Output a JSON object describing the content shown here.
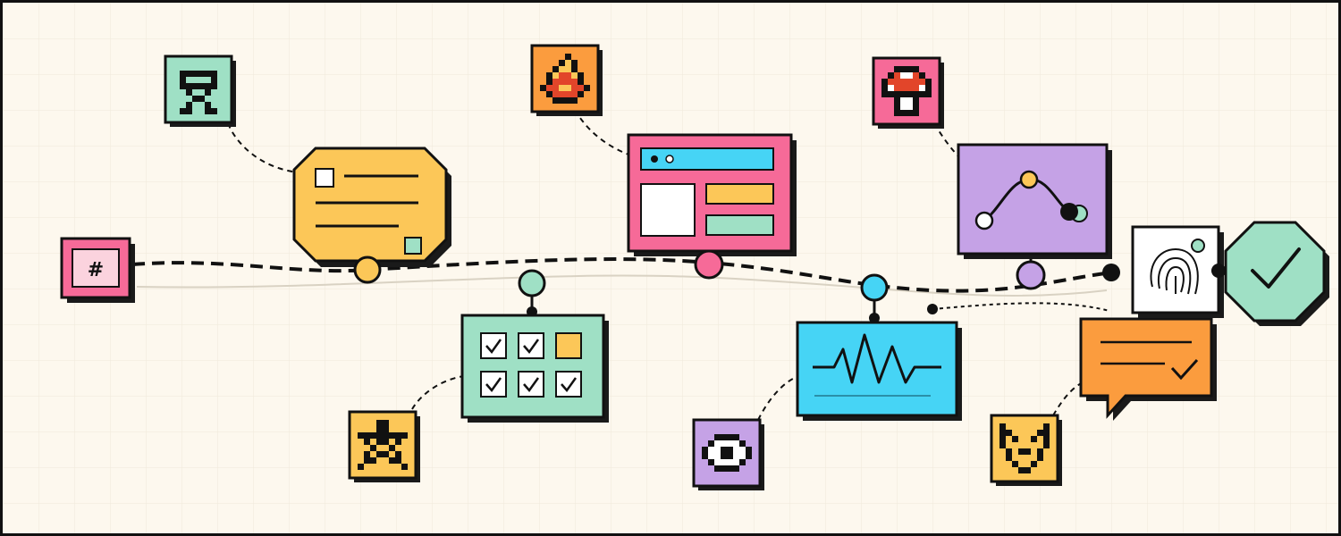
{
  "colors": {
    "background": "#fdf8ee",
    "grid": "#f0e9da",
    "ink": "#111111",
    "shadow": "#1a1a1a",
    "yellow": "#fcc758",
    "pink": "#f66a98",
    "light_pink": "#fbd3de",
    "mint": "#9fe0c5",
    "blue": "#46d4f5",
    "purple": "#c5a2e6",
    "orange": "#fb9c3e",
    "white": "#ffffff"
  },
  "start_tag": {
    "label": "#"
  },
  "milestone_cards": [
    {
      "name": "document-card",
      "fill": "yellow"
    },
    {
      "name": "browser-window-card",
      "fill": "pink"
    },
    {
      "name": "curve-graph-card",
      "fill": "purple"
    },
    {
      "name": "checklist-grid-card",
      "fill": "mint"
    },
    {
      "name": "waveform-monitor-card",
      "fill": "blue"
    },
    {
      "name": "chat-bubble-card",
      "fill": "orange"
    },
    {
      "name": "fingerprint-card",
      "fill": "white"
    },
    {
      "name": "completion-check-badge",
      "fill": "mint"
    }
  ],
  "pixel_icons": [
    {
      "name": "trophy-pixel-icon",
      "fill": "mint"
    },
    {
      "name": "fire-pixel-icon",
      "fill": "orange"
    },
    {
      "name": "mushroom-pixel-icon",
      "fill": "pink"
    },
    {
      "name": "star-pixel-icon",
      "fill": "yellow"
    },
    {
      "name": "eye-pixel-icon",
      "fill": "purple"
    },
    {
      "name": "fox-pixel-icon",
      "fill": "yellow"
    }
  ],
  "path_nodes": [
    {
      "name": "node-document",
      "fill": "yellow"
    },
    {
      "name": "node-checklist",
      "fill": "mint"
    },
    {
      "name": "node-browser",
      "fill": "pink"
    },
    {
      "name": "node-waveform",
      "fill": "blue"
    },
    {
      "name": "node-graph",
      "fill": "purple"
    },
    {
      "name": "node-end",
      "fill": "ink"
    }
  ]
}
